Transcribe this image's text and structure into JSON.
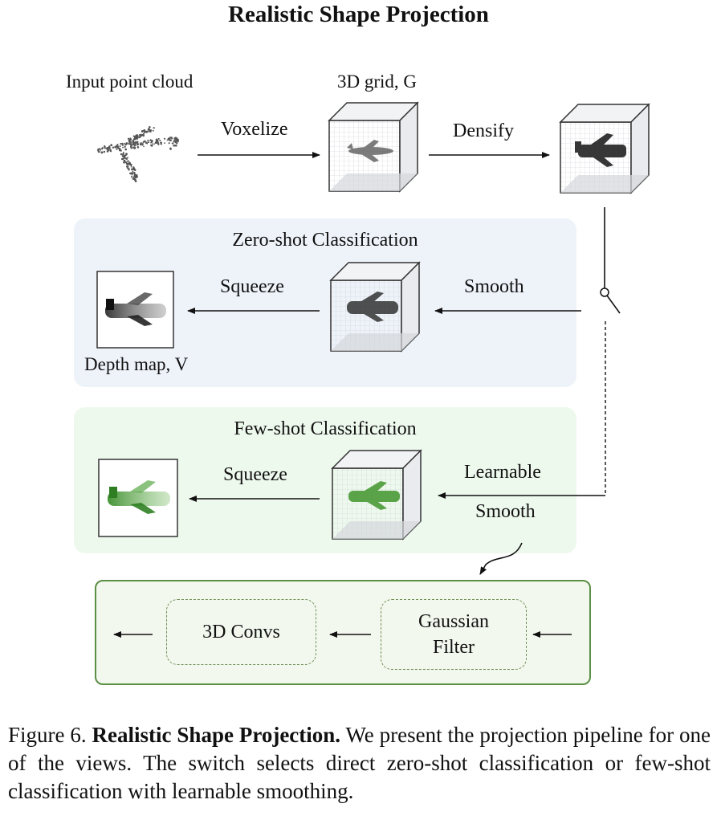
{
  "title": "Realistic Shape Projection",
  "top_row": {
    "input_label": "Input point cloud",
    "grid_label": "3D grid, G",
    "voxelize_label": "Voxelize",
    "densify_label": "Densify"
  },
  "zero_shot": {
    "title": "Zero-shot Classification",
    "squeeze_label": "Squeeze",
    "smooth_label": "Smooth",
    "depth_label": "Depth map, V"
  },
  "few_shot": {
    "title": "Few-shot Classification",
    "squeeze_label": "Squeeze",
    "learnable_label": "Learnable",
    "smooth_label": "Smooth"
  },
  "module": {
    "convs_label": "3D Convs",
    "gaussian_line1": "Gaussian",
    "gaussian_line2": "Filter"
  },
  "caption": {
    "prefix": "Figure 6.",
    "bold": "Realistic Shape Projection.",
    "text": "We present the projection pipeline for one of the views. The switch selects direct zero-shot classification or few-shot classification with learnable smoothing."
  },
  "colors": {
    "zero_panel": "#eef3fa",
    "few_panel": "#eef9ee",
    "module_border": "#5b8f45"
  }
}
